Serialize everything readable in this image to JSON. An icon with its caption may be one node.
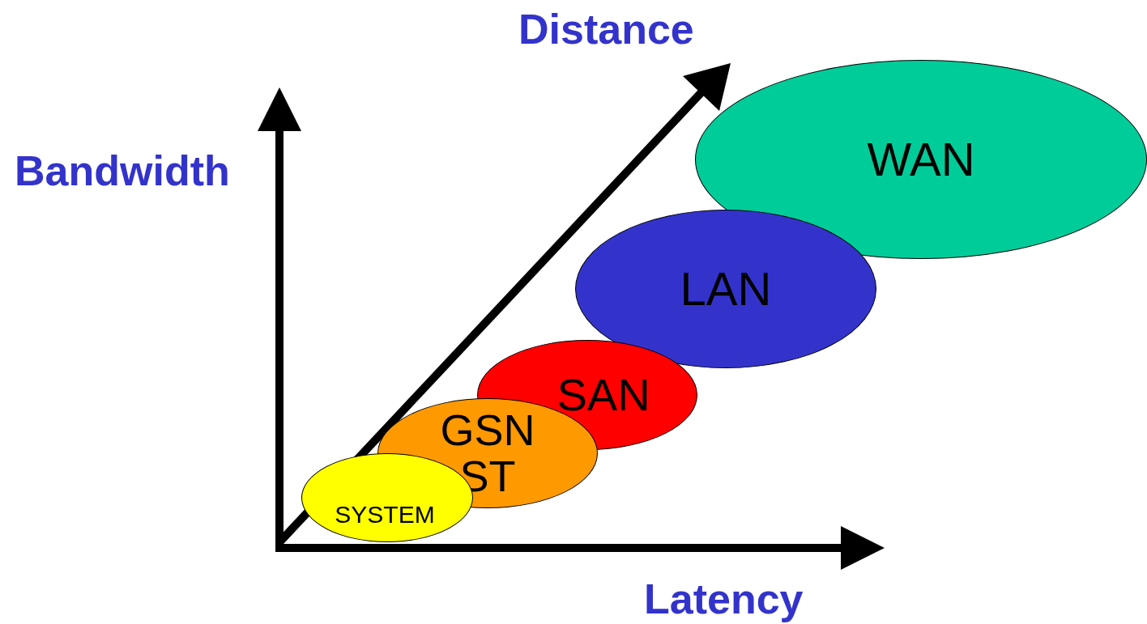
{
  "diagram": {
    "nodes": [
      {
        "text": [
          "WAN"
        ]
      },
      {
        "text": [
          "LAN"
        ]
      },
      {
        "text": [
          "SAN"
        ]
      },
      {
        "text": [
          "GSN ST"
        ]
      },
      {
        "text": [
          "SYSTEM"
        ]
      }
    ],
    "labels": [
      "Distance",
      "Bandwidth",
      "Latency"
    ]
  }
}
